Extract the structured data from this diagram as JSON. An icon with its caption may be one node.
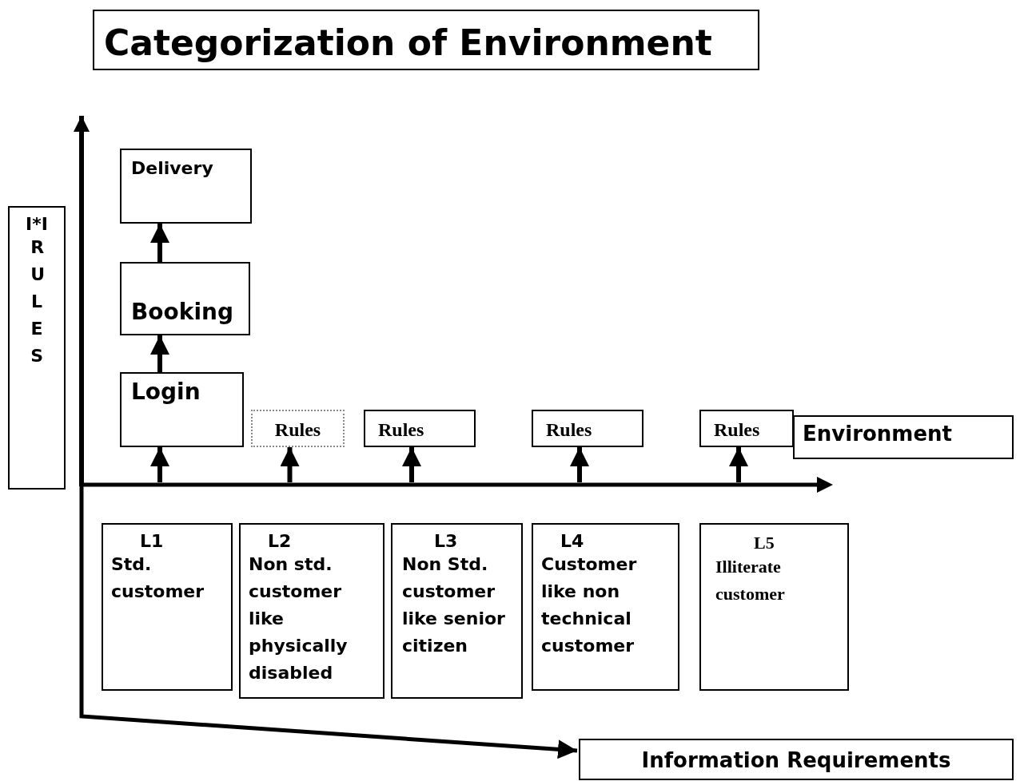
{
  "diagram": {
    "title": "Categorization of Environment",
    "nodes": [
      {
        "text": [
          "I*I",
          "RULES"
        ]
      },
      {
        "text": [
          "Delivery"
        ]
      },
      {
        "text": [
          "Booking"
        ]
      },
      {
        "text": [
          "Login"
        ]
      },
      {
        "text": [
          "Rules"
        ]
      },
      {
        "text": [
          "Rules"
        ]
      },
      {
        "text": [
          "Rules"
        ]
      },
      {
        "text": [
          "Rules"
        ]
      },
      {
        "text": [
          "Environment"
        ]
      },
      {
        "text": [],
        "shape": "bar"
      },
      {
        "text": [
          "L1",
          "Std. customer"
        ]
      },
      {
        "text": [
          "L2",
          "Non std. customer like physically disabled"
        ]
      },
      {
        "text": [
          "L3",
          "Non Std. customer like senior citizen"
        ]
      },
      {
        "text": [
          "L4",
          "Customer like non technical customer"
        ]
      },
      {
        "text": [
          "L5",
          "Illiterate customer"
        ]
      },
      {
        "text": [
          "Information Requirements"
        ]
      }
    ],
    "edges": [
      {
        "from": 9,
        "to": 3,
        "arrow": "to"
      },
      {
        "from": 3,
        "to": 2,
        "arrow": "to"
      },
      {
        "from": 2,
        "to": 1,
        "arrow": "to"
      },
      {
        "from": 9,
        "to": 4,
        "arrow": "to"
      },
      {
        "from": 9,
        "to": 5,
        "arrow": "to"
      },
      {
        "from": 9,
        "to": 6,
        "arrow": "to"
      },
      {
        "from": 9,
        "to": 7,
        "arrow": "to"
      },
      {
        "from": 9,
        "to": 15,
        "arrow": "to"
      }
    ]
  }
}
